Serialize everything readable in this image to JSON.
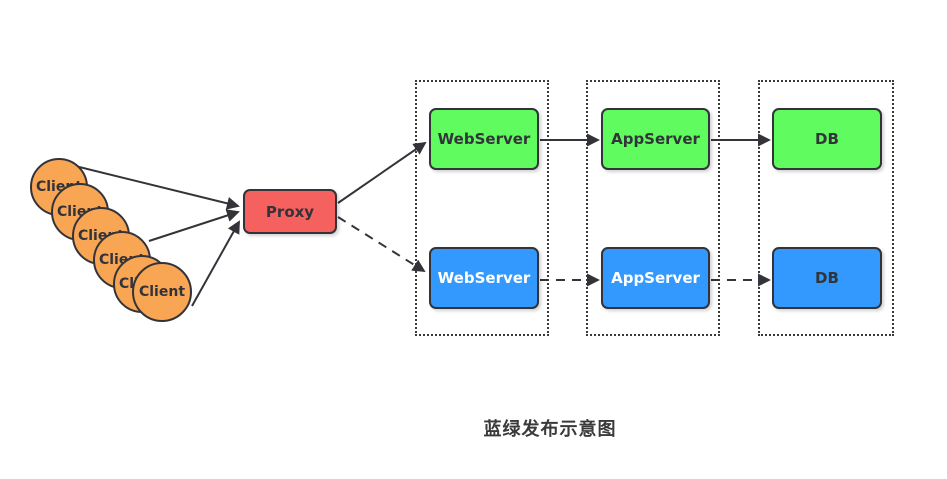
{
  "diagram": {
    "title": "蓝绿发布示意图",
    "client": {
      "label": "Client",
      "count": 6
    },
    "proxy": {
      "label": "Proxy"
    },
    "green_env": {
      "webserver": "WebServer",
      "appserver": "AppServer",
      "db": "DB"
    },
    "blue_env": {
      "webserver": "WebServer",
      "appserver": "AppServer",
      "db": "DB"
    },
    "colors": {
      "client_fill": "#F8A554",
      "proxy_fill": "#F4615E",
      "green_fill": "#5FFB5F",
      "blue_fill": "#3399FE",
      "stroke": "#33343A"
    },
    "edges": {
      "solid_flow": "Proxy to green environment (active)",
      "dashed_flow": "Proxy to blue environment (standby)"
    }
  }
}
